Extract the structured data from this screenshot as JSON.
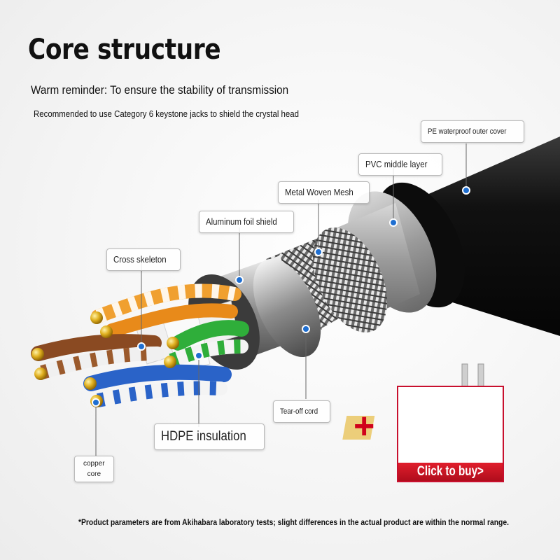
{
  "header": {
    "title": "Core structure",
    "reminder": "Warm reminder: To ensure the stability of transmission",
    "recommendation": "Recommended to use Category 6 keystone jacks to shield the crystal head"
  },
  "callouts": {
    "pe_outer_cover": "PE waterproof outer cover",
    "pvc_middle_layer": "PVC middle layer",
    "metal_woven_mesh": "Metal Woven Mesh",
    "aluminum_foil_shield": "Aluminum foil shield",
    "cross_skeleton": "Cross skeleton",
    "hdpe_insulation": "HDPE insulation",
    "tear_off_cord": "Tear-off cord",
    "copper_core_line1": "copper",
    "copper_core_line2": "core"
  },
  "promo": {
    "plus_symbol": "+",
    "buy_label": "Click to buy>"
  },
  "footnote": "*Product parameters are from Akihabara laboratory tests; slight differences in the actual product are within the normal range.",
  "colors": {
    "accent_red": "#c8102e",
    "cable_black": "#1a1a1a",
    "callout_dot": "#1f6fd1",
    "wire_orange": "#f0a030",
    "wire_green": "#2fae3a",
    "wire_blue": "#2a63c8",
    "wire_brown": "#8a4a22",
    "copper_gold": "#d4a017"
  }
}
